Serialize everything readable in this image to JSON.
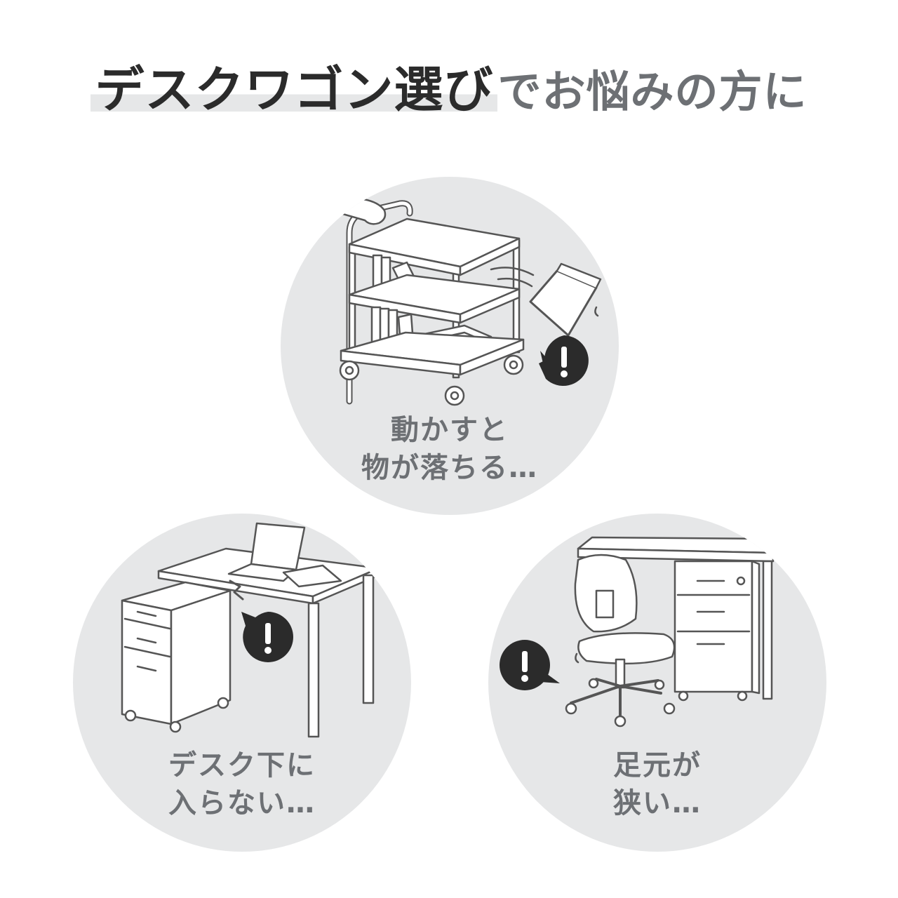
{
  "headline": {
    "strong": "デスクワゴン選び",
    "soft": "でお悩みの方に"
  },
  "panels": [
    {
      "line1": "動かすと",
      "line2": "物が落ちる…",
      "icon": "alert-bubble-icon"
    },
    {
      "line1": "デスク下に",
      "line2": "入らない…",
      "icon": "alert-bubble-icon"
    },
    {
      "line1": "足元が",
      "line2": "狭い…",
      "icon": "alert-bubble-icon"
    }
  ],
  "colors": {
    "circle": "#e6e7e8",
    "heading_dark": "#2b2b2b",
    "heading_gray": "#6d7074",
    "caption": "#6d7074",
    "alert_fill": "#2b2b2b"
  }
}
